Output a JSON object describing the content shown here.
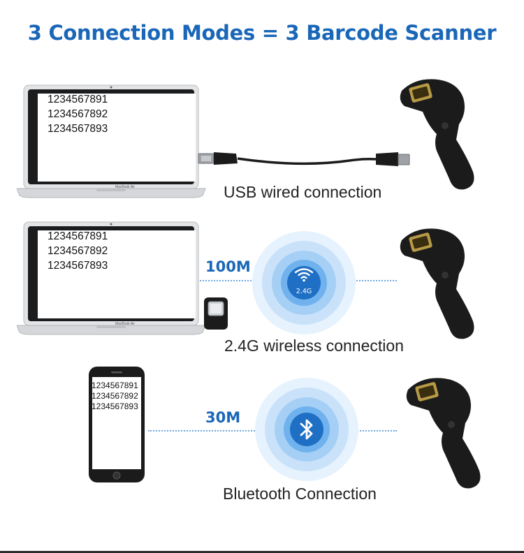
{
  "title": "3 Connection Modes = 3 Barcode Scanner",
  "laptop_brand": "MacBook Air",
  "sample_lines": [
    "1234567891",
    "1234567892",
    "1234567893"
  ],
  "modes": [
    {
      "label": "USB wired connection"
    },
    {
      "label": "2.4G wireless connection",
      "distance": "100M",
      "icon_text": "2.4G"
    },
    {
      "label": "Bluetooth Connection",
      "distance": "30M"
    }
  ],
  "colors": {
    "accent": "#1a67b8",
    "signal": "#4fa3ec",
    "device": "#1b1b1b"
  }
}
